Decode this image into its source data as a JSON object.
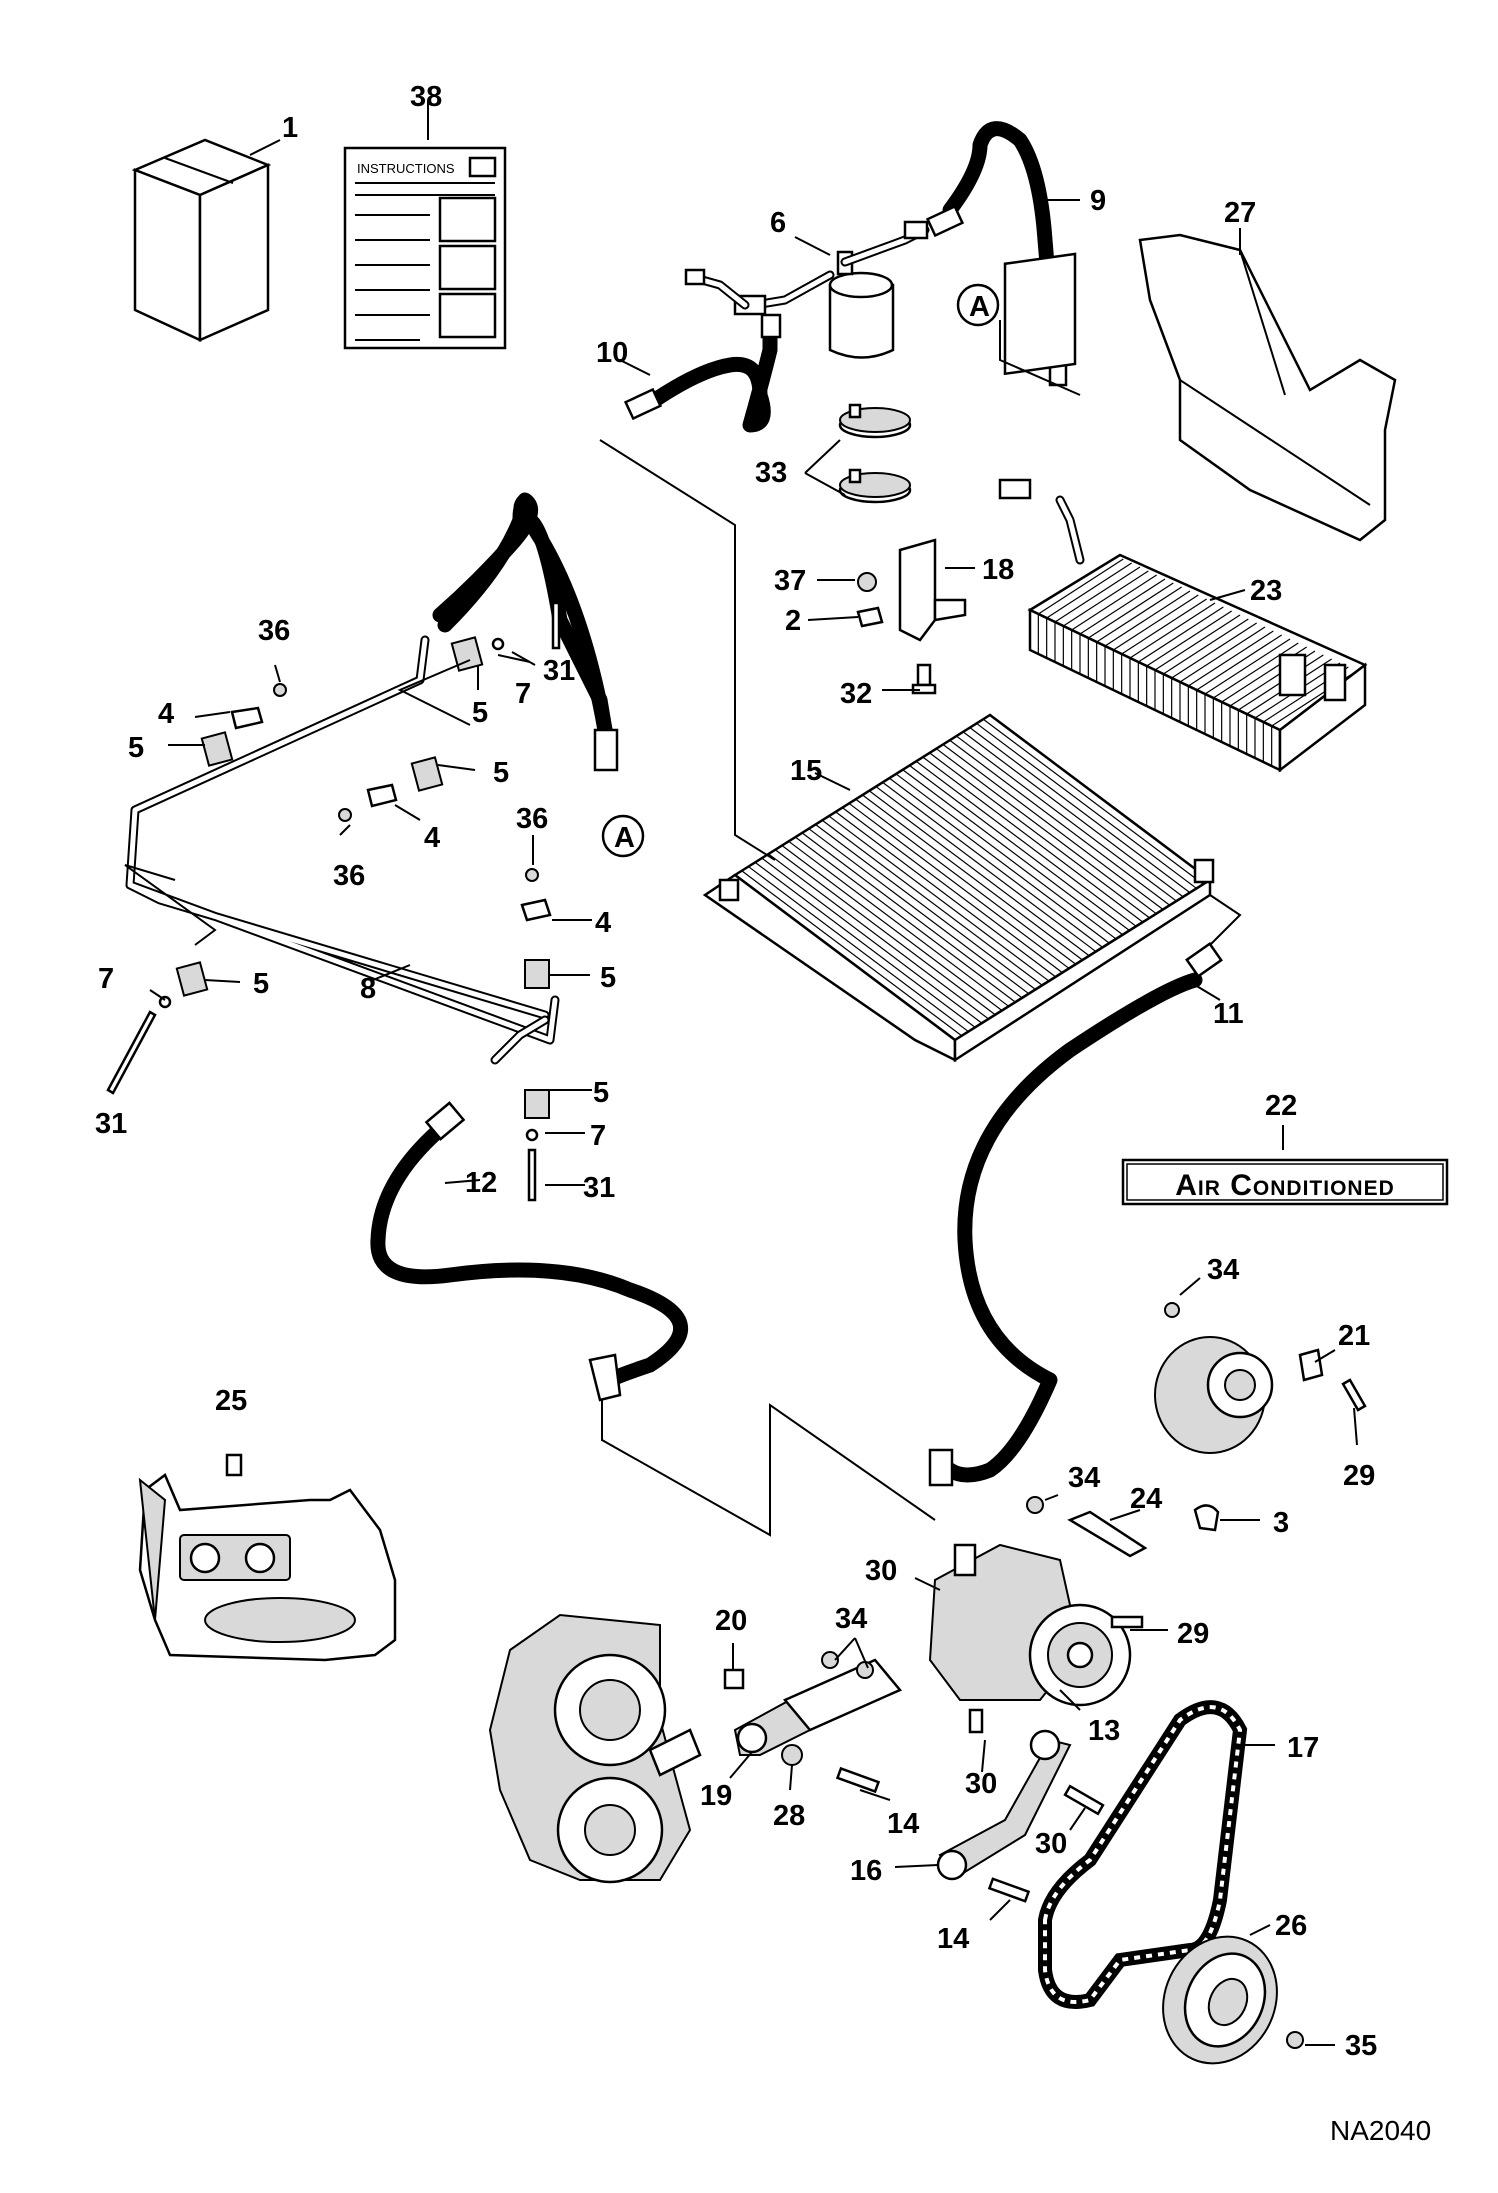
{
  "diagram_code": "NA2040",
  "kit_label": "Air Conditioned",
  "instructions_text": "INSTRUCTIONS",
  "reference_marker": "A",
  "part_labels": [
    {
      "id": "lbl-1",
      "text": "1"
    },
    {
      "id": "lbl-38",
      "text": "38"
    },
    {
      "id": "lbl-6",
      "text": "6"
    },
    {
      "id": "lbl-9",
      "text": "9"
    },
    {
      "id": "lbl-27",
      "text": "27"
    },
    {
      "id": "lbl-10",
      "text": "10"
    },
    {
      "id": "lbl-33",
      "text": "33"
    },
    {
      "id": "lbl-37",
      "text": "37"
    },
    {
      "id": "lbl-18",
      "text": "18"
    },
    {
      "id": "lbl-2",
      "text": "2"
    },
    {
      "id": "lbl-23",
      "text": "23"
    },
    {
      "id": "lbl-32",
      "text": "32"
    },
    {
      "id": "lbl-36a",
      "text": "36"
    },
    {
      "id": "lbl-31a",
      "text": "31"
    },
    {
      "id": "lbl-4a",
      "text": "4"
    },
    {
      "id": "lbl-5a",
      "text": "5"
    },
    {
      "id": "lbl-7a",
      "text": "7"
    },
    {
      "id": "lbl-5b",
      "text": "5"
    },
    {
      "id": "lbl-5c",
      "text": "5"
    },
    {
      "id": "lbl-15",
      "text": "15"
    },
    {
      "id": "lbl-4b",
      "text": "4"
    },
    {
      "id": "lbl-36b",
      "text": "36"
    },
    {
      "id": "lbl-36c",
      "text": "36"
    },
    {
      "id": "lbl-4c",
      "text": "4"
    },
    {
      "id": "lbl-7b",
      "text": "7"
    },
    {
      "id": "lbl-5d",
      "text": "5"
    },
    {
      "id": "lbl-5e",
      "text": "5"
    },
    {
      "id": "lbl-8",
      "text": "8"
    },
    {
      "id": "lbl-11",
      "text": "11"
    },
    {
      "id": "lbl-31b",
      "text": "31"
    },
    {
      "id": "lbl-5f",
      "text": "5"
    },
    {
      "id": "lbl-7c",
      "text": "7"
    },
    {
      "id": "lbl-12",
      "text": "12"
    },
    {
      "id": "lbl-31c",
      "text": "31"
    },
    {
      "id": "lbl-22",
      "text": "22"
    },
    {
      "id": "lbl-34a",
      "text": "34"
    },
    {
      "id": "lbl-21",
      "text": "21"
    },
    {
      "id": "lbl-25",
      "text": "25"
    },
    {
      "id": "lbl-29a",
      "text": "29"
    },
    {
      "id": "lbl-34b",
      "text": "34"
    },
    {
      "id": "lbl-24",
      "text": "24"
    },
    {
      "id": "lbl-3",
      "text": "3"
    },
    {
      "id": "lbl-30a",
      "text": "30"
    },
    {
      "id": "lbl-20",
      "text": "20"
    },
    {
      "id": "lbl-34c",
      "text": "34"
    },
    {
      "id": "lbl-29b",
      "text": "29"
    },
    {
      "id": "lbl-13",
      "text": "13"
    },
    {
      "id": "lbl-17",
      "text": "17"
    },
    {
      "id": "lbl-19",
      "text": "19"
    },
    {
      "id": "lbl-28",
      "text": "28"
    },
    {
      "id": "lbl-14a",
      "text": "14"
    },
    {
      "id": "lbl-30b",
      "text": "30"
    },
    {
      "id": "lbl-30c",
      "text": "30"
    },
    {
      "id": "lbl-16",
      "text": "16"
    },
    {
      "id": "lbl-14b",
      "text": "14"
    },
    {
      "id": "lbl-26",
      "text": "26"
    },
    {
      "id": "lbl-35",
      "text": "35"
    }
  ]
}
